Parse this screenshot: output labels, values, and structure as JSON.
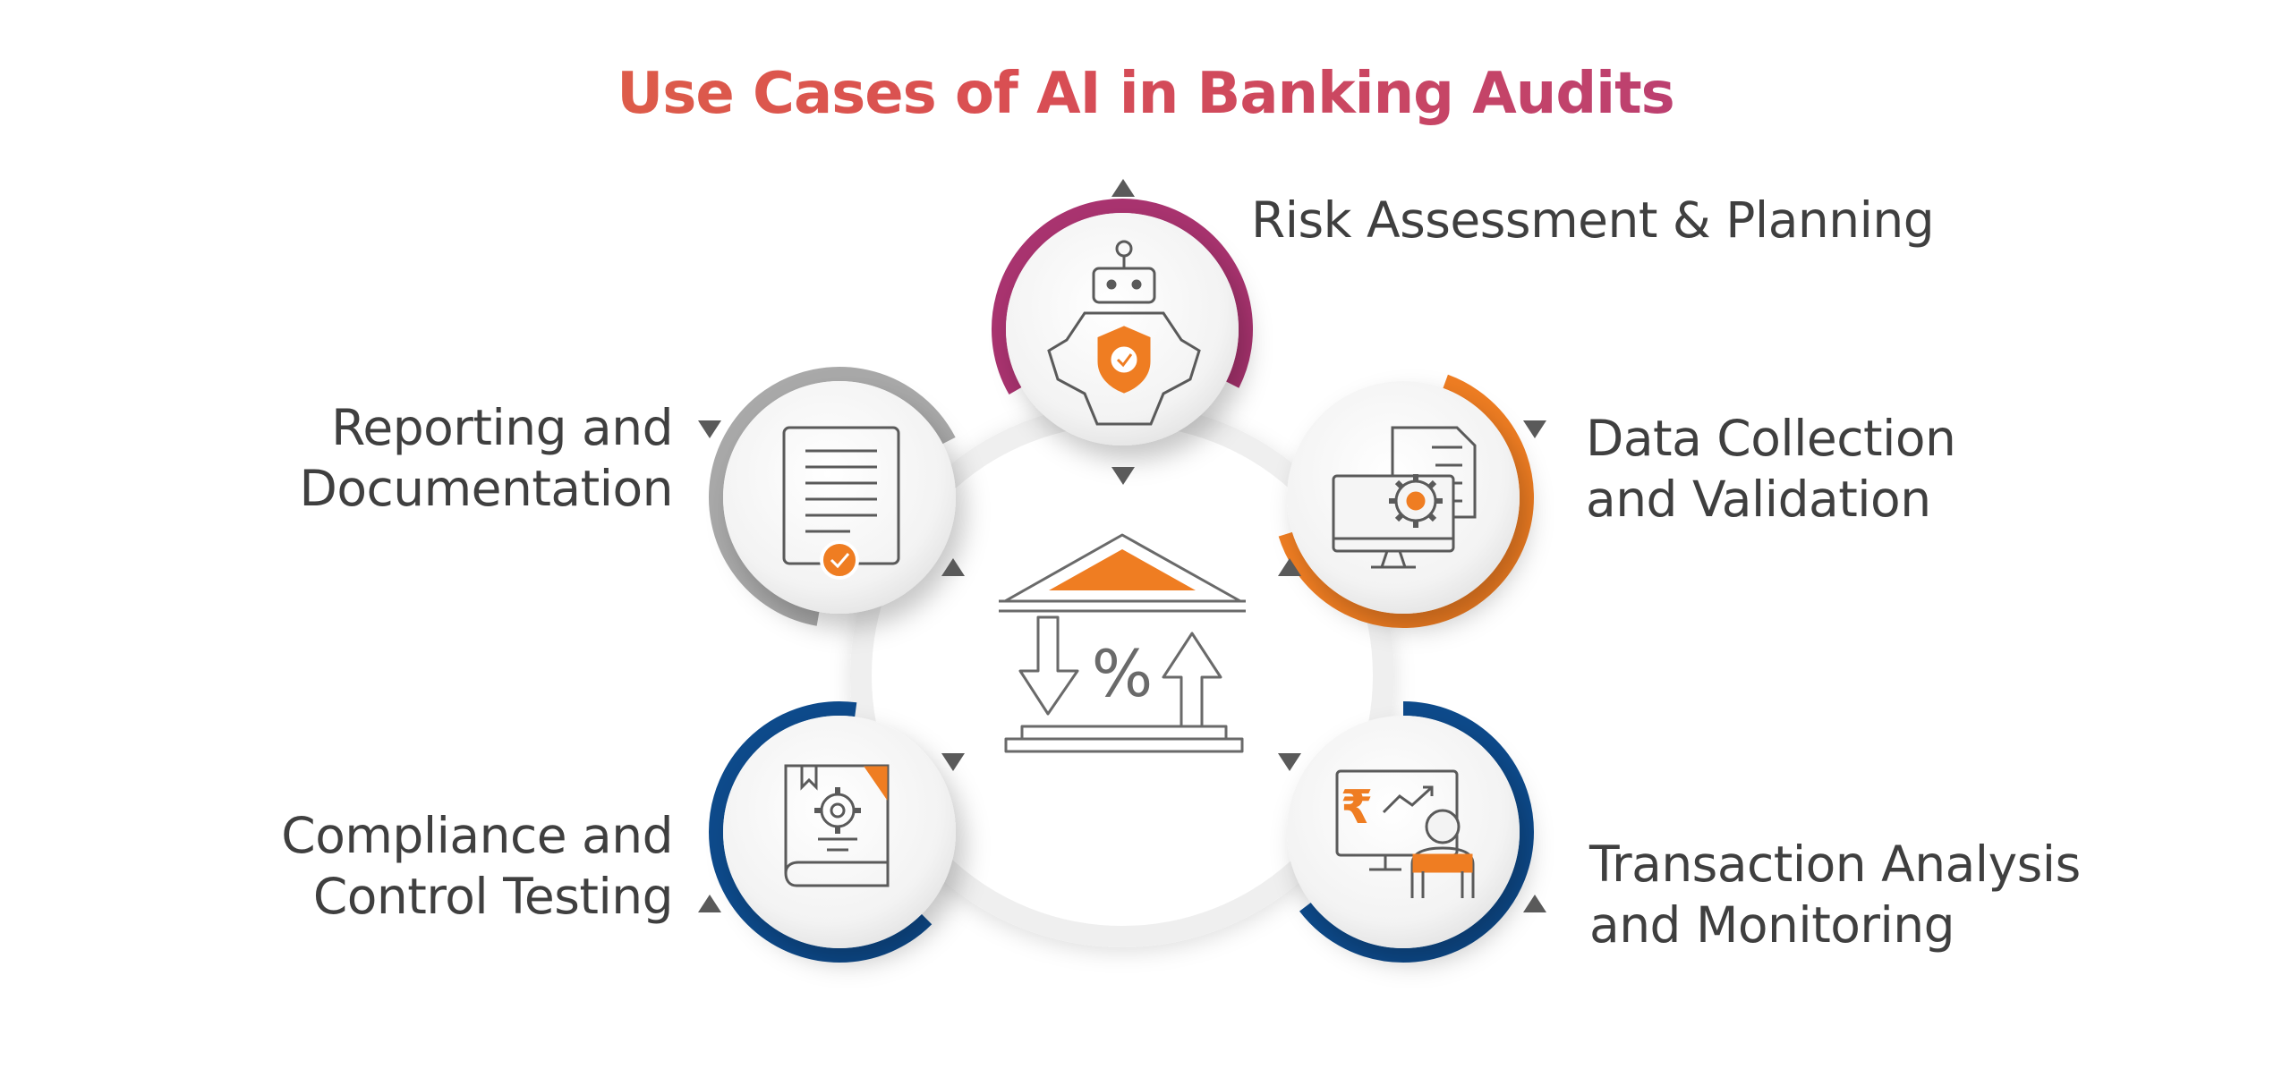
{
  "title": "Use Cases of AI in Banking Audits",
  "colors": {
    "title_start": "#e3703c",
    "title_end": "#a0328c",
    "purple_ring": "#9b2f7c",
    "orange": "#ef7d22",
    "gray_ring": "#a9a9a9",
    "blue_ring": "#0d4a8b",
    "icon_stroke": "#5a5a5a"
  },
  "center": {
    "icon": "bank-percent-icon",
    "percent_glyph": "%"
  },
  "use_cases": [
    {
      "id": "risk",
      "lines": [
        "Risk Assessment & Planning"
      ],
      "icon": "robot-shield-icon"
    },
    {
      "id": "data",
      "lines": [
        "Data Collection",
        "and Validation"
      ],
      "icon": "monitor-gear-document-icon"
    },
    {
      "id": "transaction",
      "lines": [
        "Transaction Analysis",
        "and Monitoring"
      ],
      "icon": "rupee-chart-analyst-icon"
    },
    {
      "id": "compliance",
      "lines": [
        "Compliance and",
        "Control Testing"
      ],
      "icon": "gear-book-icon"
    },
    {
      "id": "reporting",
      "lines": [
        "Reporting and",
        "Documentation"
      ],
      "icon": "certified-document-icon"
    }
  ]
}
